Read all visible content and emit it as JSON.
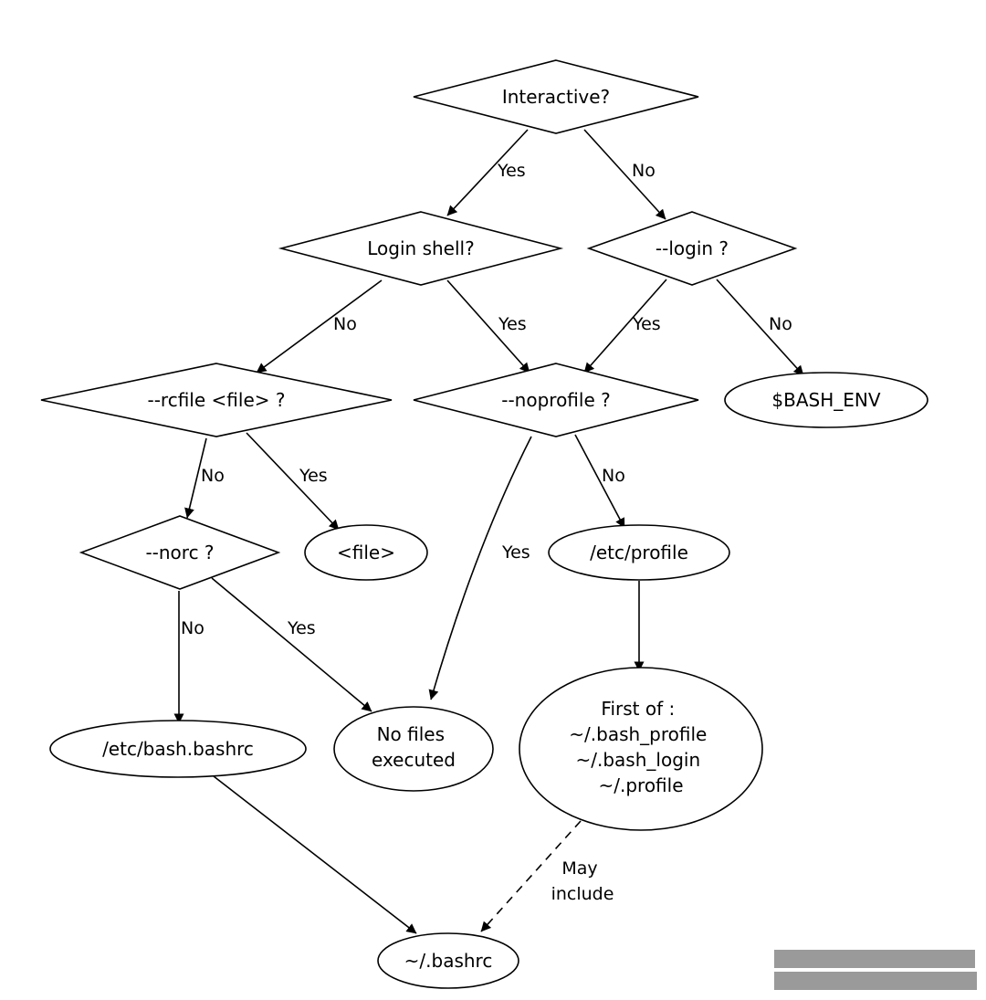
{
  "diagram": {
    "nodes": {
      "interactive": "Interactive?",
      "login_shell": "Login shell?",
      "login_flag": "--login ?",
      "rcfile": "--rcfile <file> ?",
      "noprofile": "--noprofile ?",
      "bash_env": "$BASH_ENV",
      "norc": "--norc ?",
      "file": "<file>",
      "etc_profile": "/etc/profile",
      "etc_bashrc": "/etc/bash.bashrc",
      "no_files": [
        "No files",
        "executed"
      ],
      "first_of": [
        "First of :",
        "~/.bash_profile",
        "~/.bash_login",
        "~/.profile"
      ],
      "bashrc": "~/.bashrc"
    },
    "edges": {
      "interactive_yes": "Yes",
      "interactive_no": "No",
      "login_shell_no": "No",
      "login_shell_yes": "Yes",
      "login_flag_yes": "Yes",
      "login_flag_no": "No",
      "rcfile_no": "No",
      "rcfile_yes": "Yes",
      "noprofile_yes": "Yes",
      "noprofile_no": "No",
      "norc_no": "No",
      "norc_yes": "Yes",
      "may_include": [
        "May",
        "include"
      ]
    },
    "colors": {
      "stroke": "#000000",
      "background": "#ffffff",
      "watermark": "#9a9a9a"
    }
  }
}
